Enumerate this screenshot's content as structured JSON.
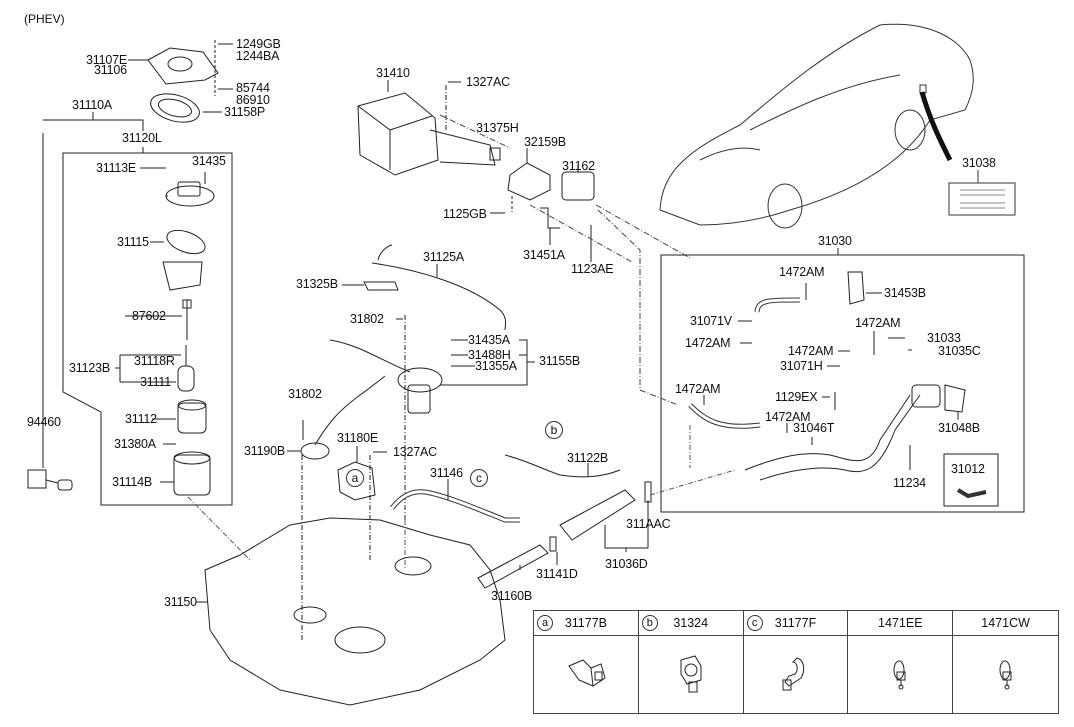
{
  "diagram": {
    "variant": "(PHEV)",
    "labels": {
      "l1249GB": "1249GB",
      "l1244BA": "1244BA",
      "l31107E": "31107E",
      "l31106": "31106",
      "l85744": "85744",
      "l86910": "86910",
      "l31158P": "31158P",
      "l31110A": "31110A",
      "l31120L": "31120L",
      "l31435": "31435",
      "l31113E": "31113E",
      "l31115": "31115",
      "l87602": "87602",
      "l31123B": "31123B",
      "l31118R": "31118R",
      "l31111": "31111",
      "l31112": "31112",
      "l31380A": "31380A",
      "l31114B": "31114B",
      "l94460": "94460",
      "l31410": "31410",
      "l1327AC_top": "1327AC",
      "l31375H": "31375H",
      "l32159B": "32159B",
      "l31162": "31162",
      "l1125GB": "1125GB",
      "l31451A": "31451A",
      "l1123AE": "1123AE",
      "l31125A": "31125A",
      "l31325B": "31325B",
      "l31802_a": "31802",
      "l31435A": "31435A",
      "l31488H": "31488H",
      "l31355A": "31355A",
      "l31155B": "31155B",
      "l31802_b": "31802",
      "l31190B": "31190B",
      "l31180E": "31180E",
      "l1327AC_mid": "1327AC",
      "l31146": "31146",
      "l31122B": "31122B",
      "l311AAC": "311AAC",
      "l31036D": "31036D",
      "l31141D": "31141D",
      "l31160B": "31160B",
      "l31150": "31150",
      "l31038": "31038",
      "l31030": "31030",
      "l1472AM_1": "1472AM",
      "l31453B": "31453B",
      "l31071V": "31071V",
      "l1472AM_2": "1472AM",
      "l1472AM_3": "1472AM",
      "l31033": "31033",
      "l1472AM_4": "1472AM",
      "l31035C": "31035C",
      "l31071H": "31071H",
      "l1472AM_5": "1472AM",
      "l1129EX": "1129EX",
      "l1472AM_6": "1472AM",
      "l31046T": "31046T",
      "l31048B": "31048B",
      "l11234": "11234",
      "l31012": "31012"
    },
    "callouts": {
      "a": "a",
      "b": "b",
      "c": "c"
    }
  },
  "legend": [
    {
      "marker": "a",
      "part": "31177B"
    },
    {
      "marker": "b",
      "part": "31324"
    },
    {
      "marker": "c",
      "part": "31177F"
    },
    {
      "marker": "",
      "part": "1471EE"
    },
    {
      "marker": "",
      "part": "1471CW"
    }
  ]
}
